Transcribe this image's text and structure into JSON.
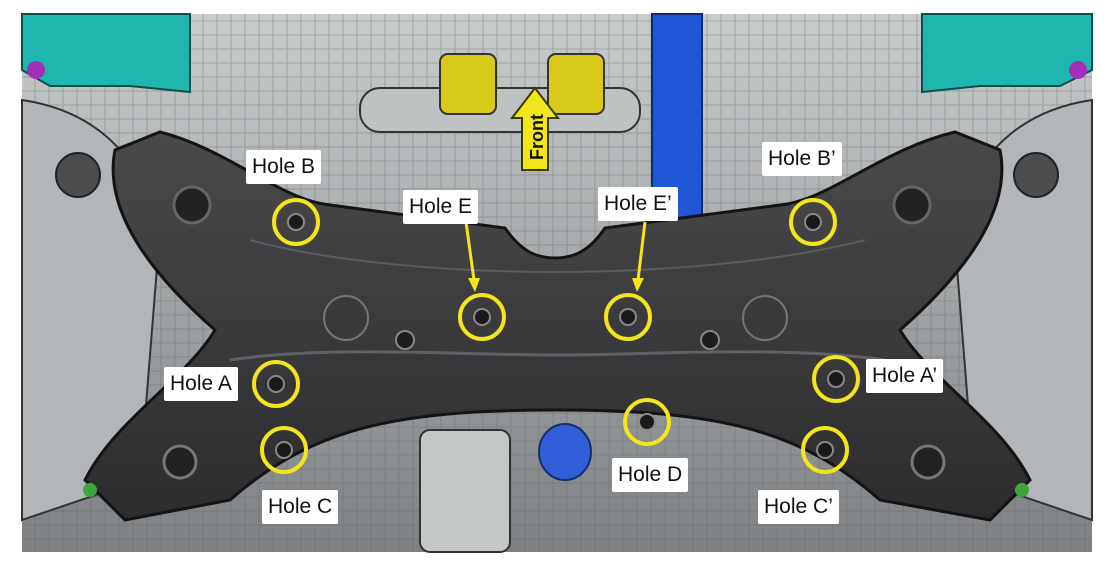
{
  "front_label": "Front",
  "holes": [
    {
      "id": "B",
      "label": "Hole B"
    },
    {
      "id": "B-prime",
      "label": "Hole B’"
    },
    {
      "id": "E",
      "label": "Hole E"
    },
    {
      "id": "E-prime",
      "label": "Hole E’"
    },
    {
      "id": "A",
      "label": "Hole A"
    },
    {
      "id": "A-prime",
      "label": "Hole A’"
    },
    {
      "id": "D",
      "label": "Hole D"
    },
    {
      "id": "C",
      "label": "Hole C"
    },
    {
      "id": "C-prime",
      "label": "Hole C’"
    }
  ],
  "colors": {
    "highlight": "#f2e51c",
    "subframe": "#3b3b3d",
    "subframe_edge": "#1a1a1a",
    "background_parts": "#9a9d9f",
    "teal": "#1fb6b0",
    "blue_rail": "#1f57d6"
  }
}
